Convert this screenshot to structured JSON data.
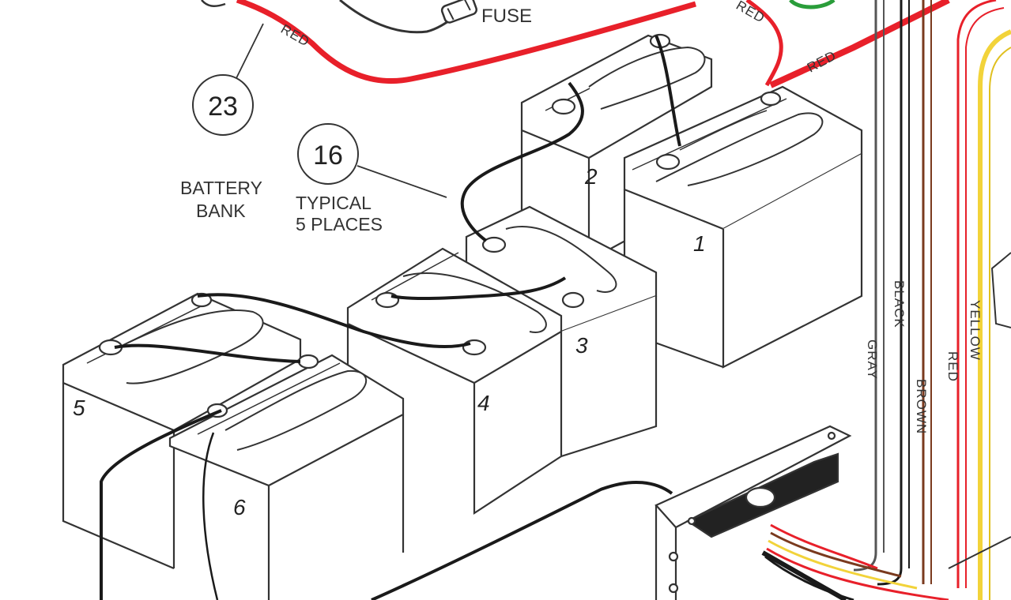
{
  "labels": {
    "fuse": "FUSE",
    "red_1": "RED",
    "red_2": "RED",
    "red_3": "RED",
    "battery_bank_1": "BATTERY",
    "battery_bank_2": "BANK",
    "typical_1": "TYPICAL",
    "typical_2": "5 PLACES"
  },
  "callouts": {
    "c23": "23",
    "c16": "16"
  },
  "wires": {
    "gray": "GRAY",
    "black": "BLACK",
    "red": "RED",
    "brown": "BROWN",
    "yellow": "YELLOW"
  },
  "batteries": {
    "b1": "1",
    "b2": "2",
    "b3": "3",
    "b4": "4",
    "b5": "5",
    "b6": "6"
  },
  "colors": {
    "red_wire": "#e8202a",
    "yellow_wire": "#f2d33a",
    "brown_wire": "#7a3a1e",
    "black_wire": "#1a1a1a",
    "gray_wire": "#555555",
    "outline": "#333333"
  }
}
